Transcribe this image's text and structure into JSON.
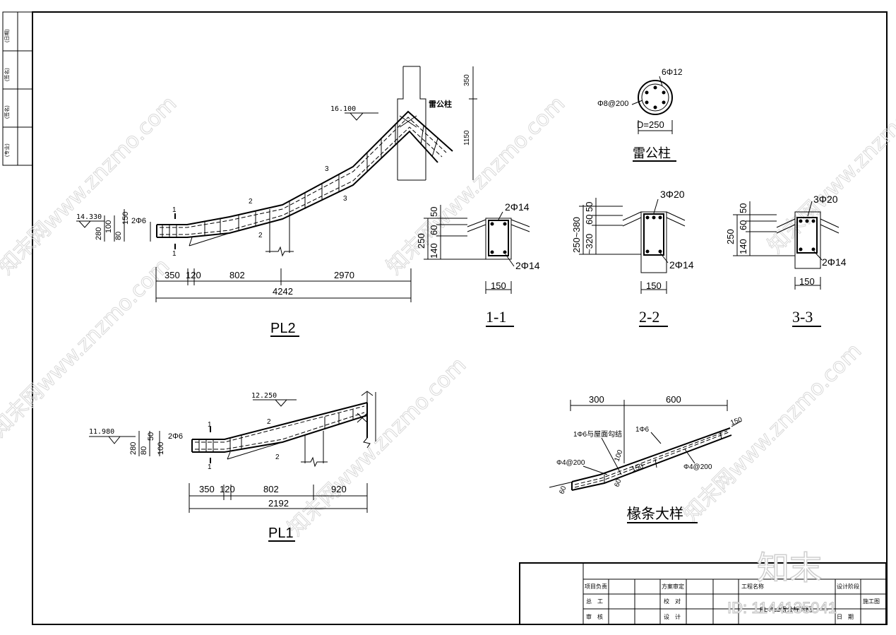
{
  "title_block_side": {
    "cells": [
      "(日期)",
      "(签名)",
      "(签名)",
      "(专业)"
    ]
  },
  "lei_gong_zhu": {
    "title": "雷公柱",
    "label_bars": "6Φ12",
    "label_stirrup": "Φ8@200",
    "label_diameter": "D=250",
    "callout": "雷公柱"
  },
  "pl2": {
    "title": "PL2",
    "elev_left": "14.330",
    "elev_top": "16.100",
    "rebar_end": "2Φ6",
    "dims_vertical_left": [
      "280",
      "100",
      "80",
      "150"
    ],
    "dims_top": [
      "350",
      "120",
      "802",
      "2970"
    ],
    "dim_total": "4242",
    "dims_post": [
      "350",
      "1150"
    ],
    "section_marks": [
      "1",
      "1",
      "2",
      "2",
      "3",
      "3"
    ]
  },
  "section_1_1": {
    "title": "1-1",
    "top_bars": "2Φ14",
    "bottom_bars": "2Φ14",
    "dims_left": [
      "250",
      "50",
      "60",
      "140"
    ],
    "width": "150"
  },
  "section_2_2": {
    "title": "2-2",
    "top_bars": "3Φ20",
    "bottom_bars": "2Φ14",
    "dims_left": [
      "250~380",
      "50",
      "60",
      "~320"
    ],
    "width": "150"
  },
  "section_3_3": {
    "title": "3-3",
    "top_bars": "3Φ20",
    "bottom_bars": "2Φ14",
    "dims_left": [
      "250",
      "50",
      "60",
      "140"
    ],
    "width": "150"
  },
  "pl1": {
    "title": "PL1",
    "elev_left": "11.980",
    "elev_top": "12.250",
    "rebar_end": "2Φ6",
    "dims_vertical_left": [
      "280",
      "80",
      "50",
      "100"
    ],
    "dims_top": [
      "350",
      "120",
      "802",
      "920"
    ],
    "dim_total": "2192",
    "section_marks": [
      "1",
      "1",
      "2",
      "2"
    ]
  },
  "purlin_detail": {
    "title": "椽条大样",
    "dims_top": [
      "300",
      "600"
    ],
    "note_tie": "1Φ6与屋面勾结",
    "note_bar": "1Φ6",
    "stirrup_left": "Φ4@200",
    "stirrup_right": "Φ4@200",
    "dims_misc": [
      "100",
      "150",
      "60",
      "60",
      "150"
    ]
  },
  "title_block": {
    "cells": [
      [
        "项目负责",
        "",
        "方案审定",
        "",
        "工程名称",
        "",
        "设计阶段",
        ""
      ],
      [
        "总　工",
        "",
        "校　对",
        "",
        "",
        "PL   PL2雷公柱详图",
        "",
        "施工图"
      ],
      [
        "审　核",
        "",
        "设　计",
        "",
        "",
        "",
        "日　期",
        ""
      ]
    ]
  },
  "watermark": {
    "text": "知末网www.znzmo.com",
    "logo": "知末",
    "id": "ID: 1144135041"
  }
}
